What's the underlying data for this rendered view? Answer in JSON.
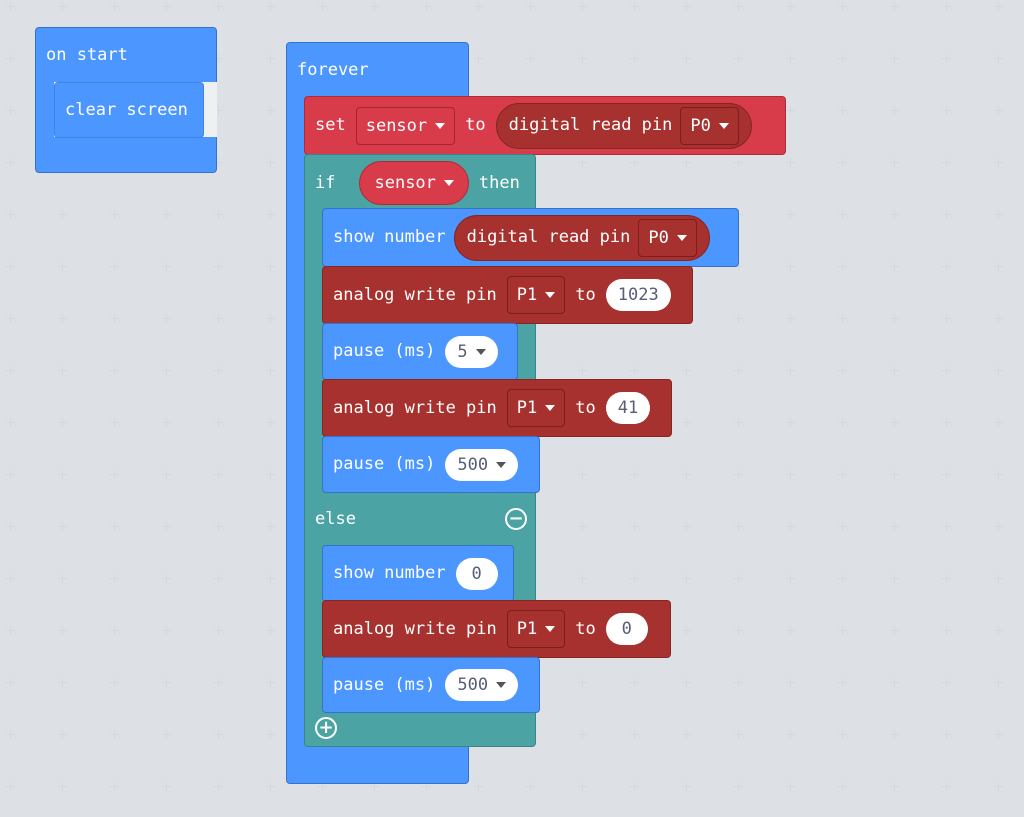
{
  "on_start": {
    "label": "on start",
    "clear_screen": "clear screen"
  },
  "forever": {
    "label": "forever"
  },
  "set_block": {
    "set": "set",
    "variable": "sensor",
    "to": "to",
    "reporter": "digital read pin",
    "pin": "P0"
  },
  "if_block": {
    "if": "if",
    "condition": "sensor",
    "then": "then",
    "else": "else"
  },
  "then_branch": {
    "show_number": {
      "label": "show number",
      "reporter": "digital read pin",
      "pin": "P0"
    },
    "analog_write_1": {
      "label": "analog write pin",
      "pin": "P1",
      "to": "to",
      "value": "1023"
    },
    "pause_1": {
      "label": "pause (ms)",
      "value": "5"
    },
    "analog_write_2": {
      "label": "analog write pin",
      "pin": "P1",
      "to": "to",
      "value": "41"
    },
    "pause_2": {
      "label": "pause (ms)",
      "value": "500"
    }
  },
  "else_branch": {
    "show_number": {
      "label": "show number",
      "value": "0"
    },
    "analog_write": {
      "label": "analog write pin",
      "pin": "P1",
      "to": "to",
      "value": "0"
    },
    "pause": {
      "label": "pause (ms)",
      "value": "500"
    }
  },
  "icons": {
    "remove_else": "minus-circle-icon",
    "add_else": "plus-circle-icon"
  },
  "colors": {
    "workspace": "#eef0f2",
    "basic_blue": "#4c97ff",
    "variable_red": "#d83b4a",
    "pins_dark_red": "#a6312e",
    "logic_teal": "#4ca3a3"
  }
}
